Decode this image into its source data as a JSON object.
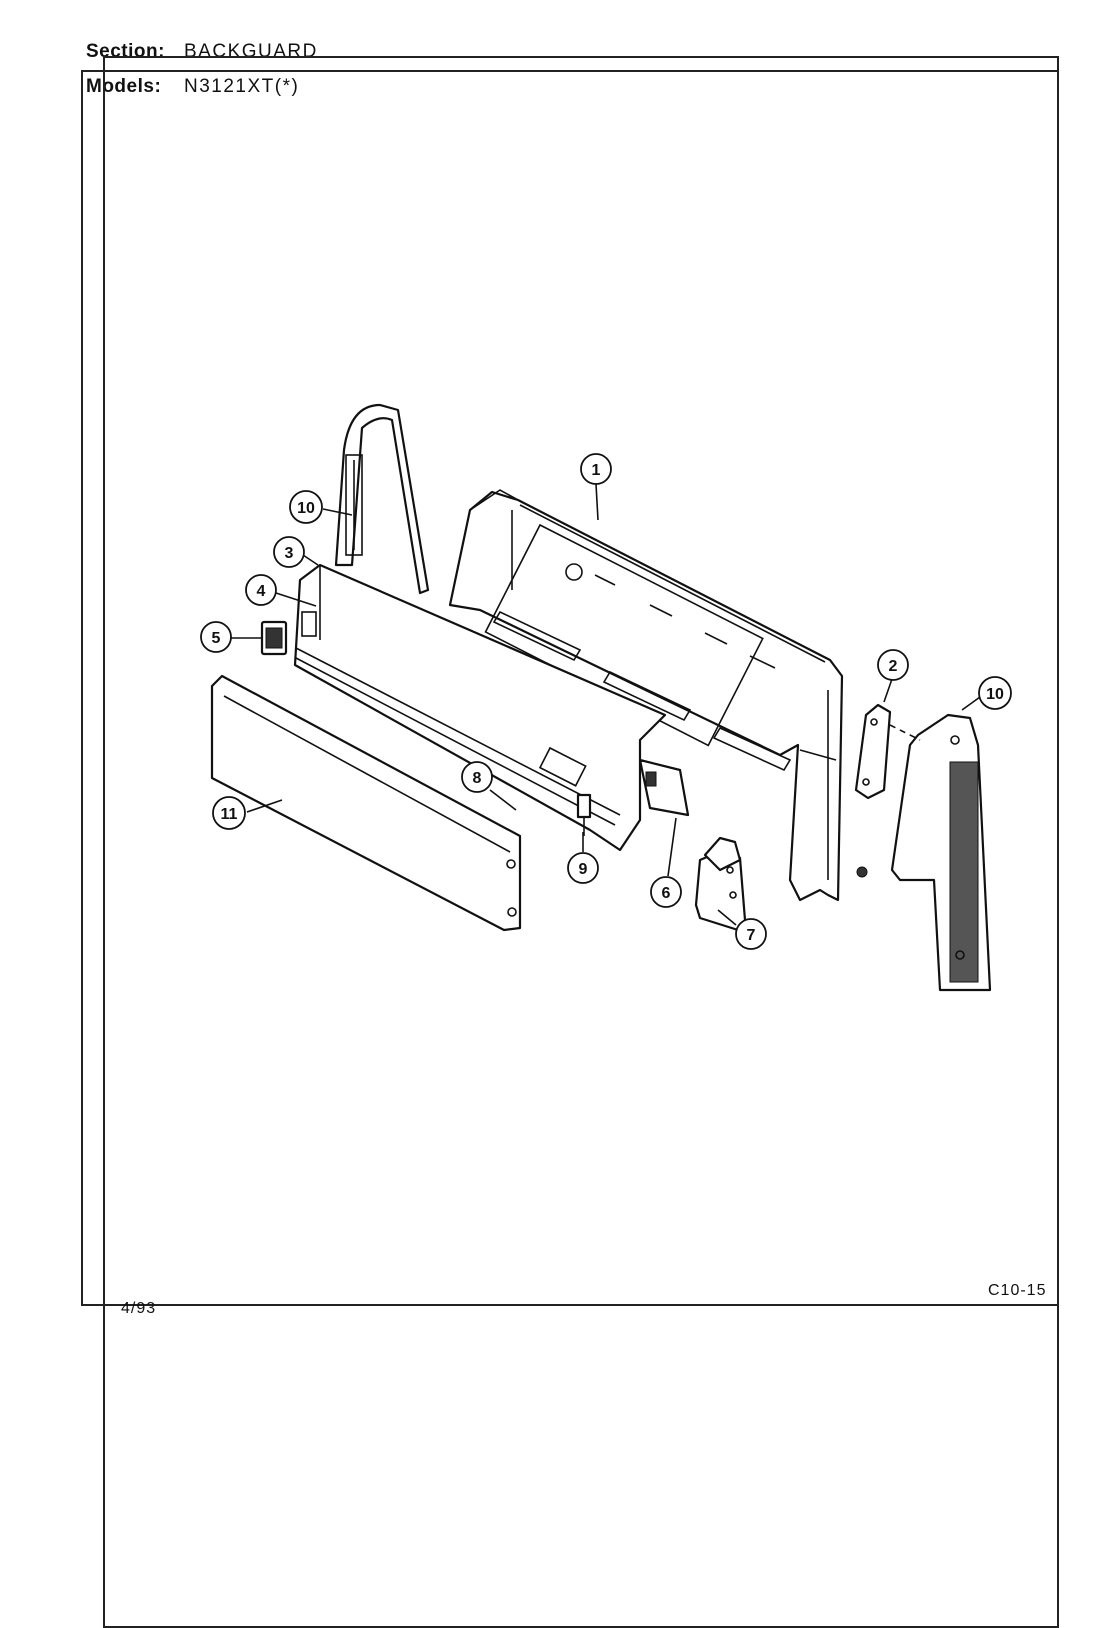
{
  "header": {
    "section_label": "Section:",
    "section_value": "BACKGUARD",
    "models_label": "Models:",
    "models_value": "N3121XT(*)"
  },
  "footer": {
    "date": "4/93",
    "page_code": "C10-15"
  },
  "callouts": [
    "1",
    "2",
    "3",
    "4",
    "5",
    "6",
    "7",
    "8",
    "9",
    "10",
    "10",
    "11"
  ]
}
